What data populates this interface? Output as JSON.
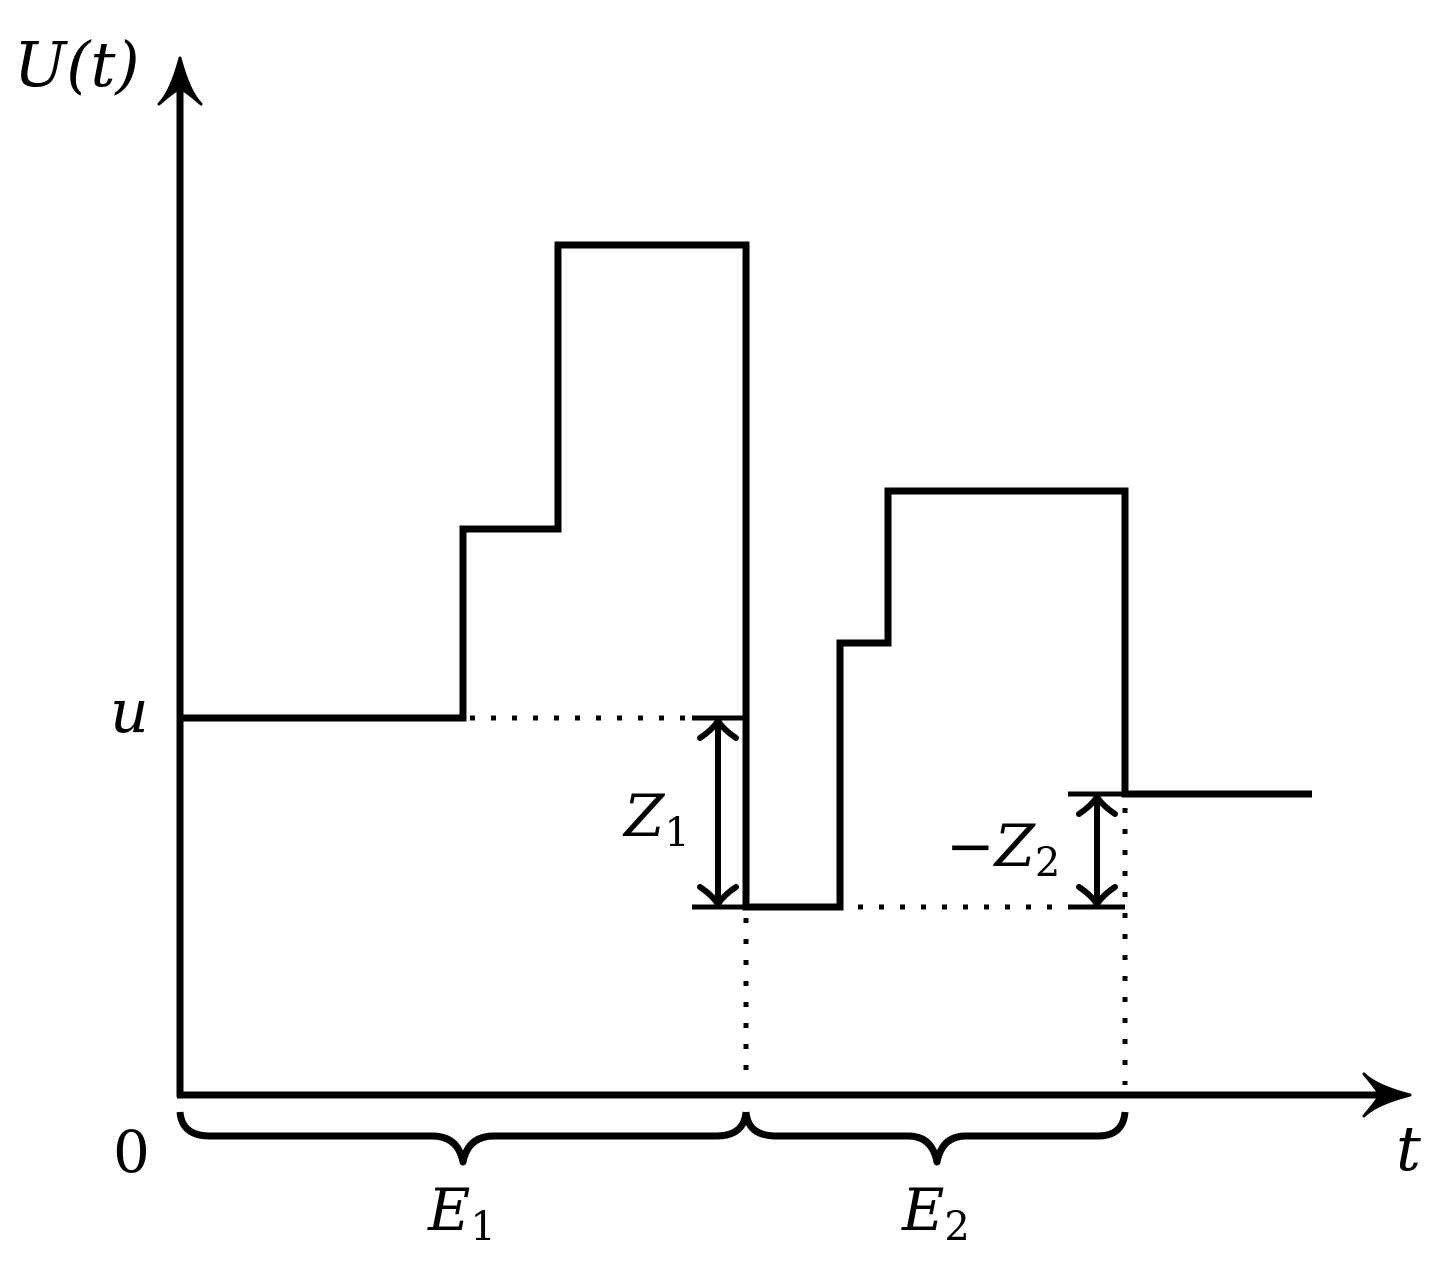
{
  "colors": {
    "ink": "#000000",
    "background": "#ffffff"
  },
  "labels": {
    "y_axis": "U(t)",
    "x_axis": "t",
    "origin": "0",
    "u_level": "u",
    "z1_main": "Z",
    "z1_sub": "1",
    "z2_main": "−Z",
    "z2_sub": "2",
    "e1_main": "E",
    "e1_sub": "1",
    "e2_main": "E",
    "e2_sub": "2"
  }
}
